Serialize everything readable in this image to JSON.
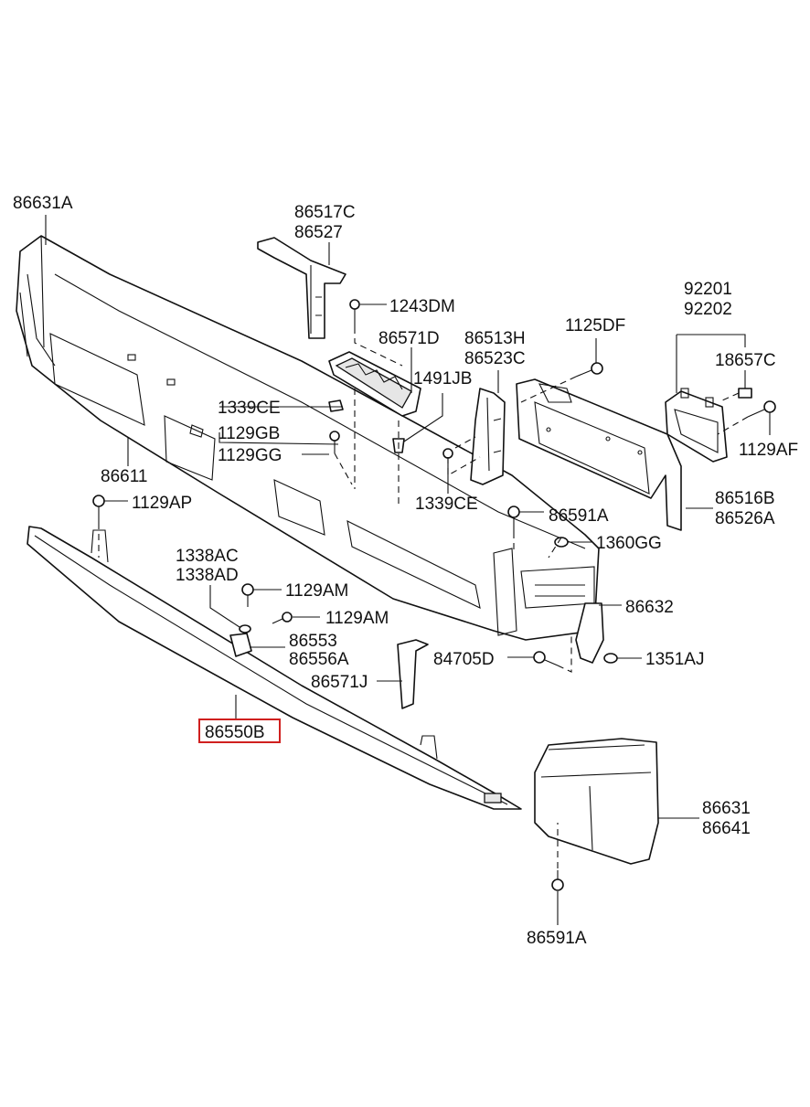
{
  "labels": {
    "p86631A": "86631A",
    "p86517C": "86517C",
    "p86527": "86527",
    "p1243DM": "1243DM",
    "p86571D": "86571D",
    "p86513H": "86513H",
    "p86523C": "86523C",
    "p1125DF": "1125DF",
    "p92201": "92201",
    "p92202": "92202",
    "p18657C": "18657C",
    "p1491JB": "1491JB",
    "p1339CE_top": "1339CE",
    "p1129GB": "1129GB",
    "p1129GG": "1129GG",
    "p1129AF": "1129AF",
    "p86611": "86611",
    "p1339CE_bottom": "1339CE",
    "p86516B": "86516B",
    "p86526A": "86526A",
    "p1129AP": "1129AP",
    "p86591A_top": "86591A",
    "p1360GG": "1360GG",
    "p1338AC": "1338AC",
    "p1338AD": "1338AD",
    "p1129AM_1": "1129AM",
    "p86632": "86632",
    "p1129AM_2": "1129AM",
    "p86553": "86553",
    "p86556A": "86556A",
    "p84705D": "84705D",
    "p1351AJ": "1351AJ",
    "p86571J": "86571J",
    "p86550B": "86550B",
    "p86631": "86631",
    "p86641": "86641",
    "p86591A_bottom": "86591A"
  },
  "highlight": {
    "part": "86550B",
    "color": "#d0201f"
  }
}
